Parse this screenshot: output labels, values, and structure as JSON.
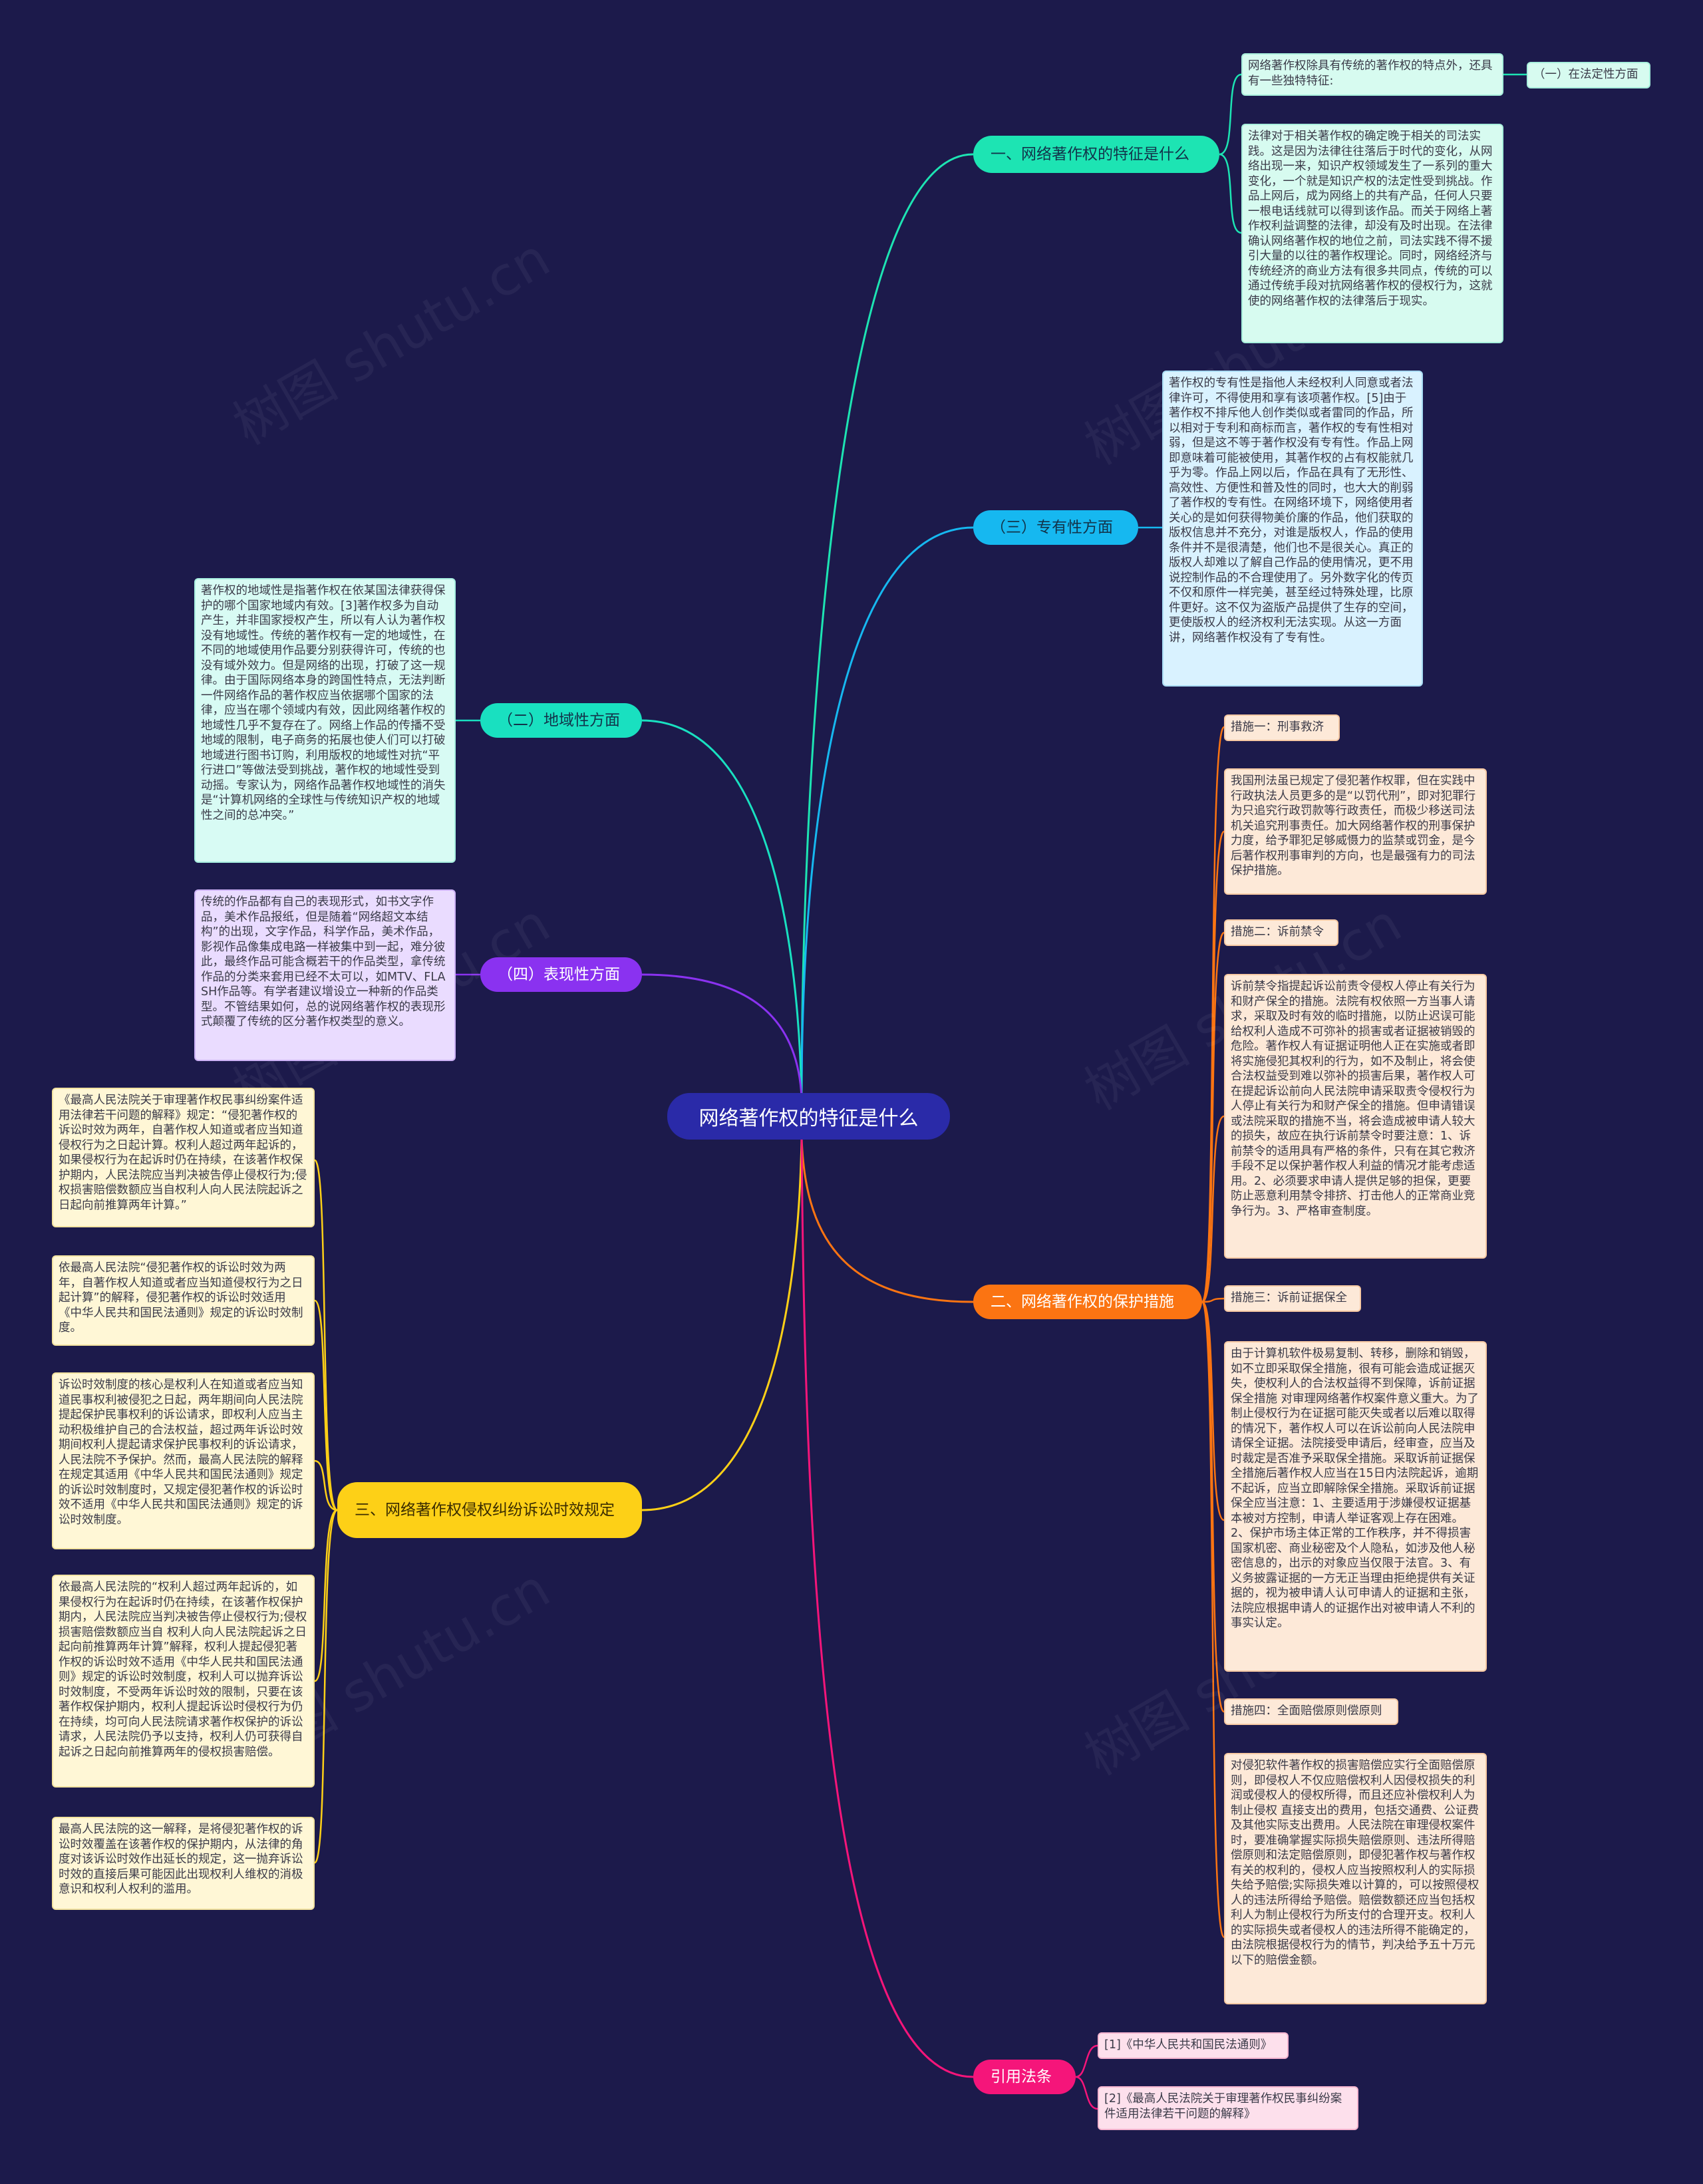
{
  "root": "网络著作权的特征是什么",
  "branches": {
    "b1": "一、网络著作权的特征是什么",
    "b2": "（三）专有性方面",
    "b3": "（二）地域性方面",
    "b4": "（四）表现性方面",
    "b5": "二、网络著作权的保护措施",
    "b6": "三、网络著作权侵权纠纷诉讼时效规定",
    "b7": "引用法条"
  },
  "leaves": {
    "b1_1": "网络著作权除具有传统的著作权的特点外，还具有一些独特特征:",
    "b1_1a": "（一）在法定性方面",
    "b1_2": "法律对于相关著作权的确定晚于相关的司法实践。这是因为法律往往落后于时代的变化，从网络出现一来，知识产权领域发生了一系列的重大变化，一个就是知识产权的法定性受到挑战。作品上网后，成为网络上的共有产品，任何人只要一根电话线就可以得到该作品。而关于网络上著作权利益调整的法律，却没有及时出现。在法律确认网络著作权的地位之前，司法实践不得不援引大量的以往的著作权理论。同时，网络经济与传统经济的商业方法有很多共同点，传统的可以通过传统手段对抗网络著作权的侵权行为，这就使的网络著作权的法律落后于现实。",
    "b2_1": "著作权的专有性是指他人未经权利人同意或者法律许可，不得使用和享有该项著作权。[5]由于著作权不排斥他人创作类似或者雷同的作品，所以相对于专利和商标而言，著作权的专有性相对弱，但是这不等于著作权没有专有性。作品上网即意味着可能被使用，其著作权的占有权能就几乎为零。作品上网以后，作品在具有了无形性、高效性、方便性和普及性的同时，也大大的削弱了著作权的专有性。在网络环境下，网络使用者关心的是如何获得物美价廉的作品，他们获取的版权信息并不充分，对谁是版权人，作品的使用条件并不是很清楚，他们也不是很关心。真正的版权人却难以了解自己作品的使用情况，更不用说控制作品的不合理使用了。另外数字化的传页不仅和原件一样完美，甚至经过特殊处理，比原件更好。这不仅为盗版产品提供了生存的空间，更使版权人的经济权利无法实现。从这一方面讲，网络著作权没有了专有性。",
    "b3_1": "著作权的地域性是指著作权在依某国法律获得保护的哪个国家地域内有效。[3]著作权多为自动产生，并非国家授权产生，所以有人认为著作权没有地域性。传统的著作权有一定的地域性，在不同的地域使用作品要分别获得许可，传统的也没有域外效力。但是网络的出现，打破了这一规律。由于国际网络本身的跨国性特点，无法判断一件网络作品的著作权应当依据哪个国家的法律，应当在哪个领域内有效，因此网络著作权的地域性几乎不复存在了。网络上作品的传播不受地域的限制，电子商务的拓展也使人们可以打破地域进行图书订购，利用版权的地域性对抗“平行进口”等做法受到挑战，著作权的地域性受到动摇。专家认为，网络作品著作权地域性的消失是“计算机网络的全球性与传统知识产权的地域性之间的总冲突。”",
    "b4_1": "传统的作品都有自己的表现形式，如书文字作品，美术作品报纸，但是随着“网络超文本结构”的出现，文字作品，科学作品，美术作品，影视作品像集成电路一样被集中到一起，难分彼此，最终作品可能含概若干的作品类型，拿传统作品的分类来套用已经不太可以，如MTV、FLASH作品等。有学者建议增设立一种新的作品类型。不管结果如何，总的说网络著作权的表现形式颠覆了传统的区分著作权类型的意义。",
    "b5_1": "措施一：刑事救济",
    "b5_1a": "我国刑法虽已规定了侵犯著作权罪，但在实践中行政执法人员更多的是“以罚代刑”，即对犯罪行为只追究行政罚款等行政责任，而极少移送司法机关追究刑事责任。加大网络著作权的刑事保护力度，给予罪犯足够威慑力的监禁或罚金，是今后著作权刑事审判的方向，也是最强有力的司法保护措施。",
    "b5_2": "措施二：诉前禁令",
    "b5_2a": "诉前禁令指提起诉讼前责令侵权人停止有关行为和财产保全的措施。法院有权依照一方当事人请求，采取及时有效的临时措施，以防止迟误可能给权利人造成不可弥补的损害或者证据被销毁的危险。著作权人有证据证明他人正在实施或者即将实施侵犯其权利的行为，如不及制止，将会使合法权益受到难以弥补的损害后果，著作权人可在提起诉讼前向人民法院申请采取责令侵权行为人停止有关行为和财产保全的措施。但申请错误或法院采取的措施不当，将会造成被申请人较大的损失，故应在执行诉前禁令时要注意：1、诉前禁令的适用具有严格的条件，只有在其它救济手段不足以保护著作权人利益的情况才能考虑适用。2、必须要求申请人提供足够的担保，更要防止恶意利用禁令排挤、打击他人的正常商业竞争行为。3、严格审查制度。",
    "b5_3": "措施三：诉前证据保全",
    "b5_3a": "由于计算机软件极易复制、转移，删除和销毁，如不立即采取保全措施，很有可能会造成证据灭失，使权利人的合法权益得不到保障，诉前证据保全措施 对审理网络著作权案件意义重大。为了制止侵权行为在证据可能灭失或者以后难以取得的情况下，著作权人可以在诉讼前向人民法院申请保全证据。法院接受申请后，经审查，应当及时裁定是否准予采取保全措施。采取诉前证据保全措施后著作权人应当在15日内法院起诉，逾期不起诉，应当立即解除保全措施。采取诉前证据保全应当注意：1、主要适用于涉嫌侵权证据基本被对方控制，申请人举证客观上存在困难。2、保护市场主体正常的工作秩序，并不得损害国家机密、商业秘密及个人隐私，如涉及他人秘密信息的，出示的对象应当仅限于法官。3、有义务披露证据的一方无正当理由拒绝提供有关证据的，视为被申请人认可申请人的证据和主张，法院应根据申请人的证据作出对被申请人不利的事实认定。",
    "b5_4": "措施四：全面赔偿原则偿原则",
    "b5_4a": "对侵犯软件著作权的损害赔偿应实行全面赔偿原则，即侵权人不仅应赔偿权利人因侵权损失的利润或侵权人的侵权所得，而且还应补偿权利人为制止侵权 直接支出的费用，包括交通费、公证费及其他实际支出费用。人民法院在审理侵权案件时，要准确掌握实际损失赔偿原则、违法所得赔偿原则和法定赔偿原则，即侵犯著作权与著作权有关的权利的，侵权人应当按照权利人的实际损失给予赔偿;实际损失难以计算的，可以按照侵权人的违法所得给予赔偿。赔偿数额还应当包括权利人为制止侵权行为所支付的合理开支。权利人的实际损失或者侵权人的违法所得不能确定的，由法院根据侵权行为的情节，判决给予五十万元以下的赔偿金额。",
    "b6_1": "《最高人民法院关于审理著作权民事纠纷案件适用法律若干问题的解释》规定：“侵犯著作权的诉讼时效为两年，自著作权人知道或者应当知道侵权行为之日起计算。权利人超过两年起诉的，如果侵权行为在起诉时仍在持续，在该著作权保护期内，人民法院应当判决被告停止侵权行为;侵权损害赔偿数额应当自权利人向人民法院起诉之日起向前推算两年计算。”",
    "b6_2": "依最高人民法院“侵犯著作权的诉讼时效为两年，自著作权人知道或者应当知道侵权行为之日起计算”的解释，侵犯著作权的诉讼时效适用《中华人民共和国民法通则》规定的诉讼时效制度。",
    "b6_3": "诉讼时效制度的核心是权利人在知道或者应当知道民事权利被侵犯之日起，两年期间向人民法院提起保护民事权利的诉讼请求，即权利人应当主动积极维护自己的合法权益，超过两年诉讼时效期间权利人提起请求保护民事权利的诉讼请求，人民法院不予保护。然而，最高人民法院的解释在规定其适用《中华人民共和国民法通则》规定的诉讼时效制度时，又规定侵犯著作权的诉讼时效不适用《中华人民共和国民法通则》规定的诉讼时效制度。",
    "b6_4": "依最高人民法院的“权利人超过两年起诉的，如果侵权行为在起诉时仍在持续，在该著作权保护期内，人民法院应当判决被告停止侵权行为;侵权损害赔偿数额应当自 权利人向人民法院起诉之日起向前推算两年计算”解释，权利人提起侵犯著作权的诉讼时效不适用《中华人民共和国民法通则》规定的诉讼时效制度，权利人可以抛弃诉讼时效制度，不受两年诉讼时效的限制，只要在该著作权保护期内，权利人提起诉讼时侵权行为仍在持续，均可向人民法院请求著作权保护的诉讼请求，人民法院仍予以支持，权利人仍可获得自起诉之日起向前推算两年的侵权损害赔偿。",
    "b6_5": "最高人民法院的这一解释，是将侵犯著作权的诉讼时效覆盖在该著作权的保护期内，从法律的角度对该诉讼时效作出延长的规定，这一抛弃诉讼时效的直接后果可能因此出现权利人维权的消极意识和权利人权利的滥用。",
    "b7_1": "[1]《中华人民共和国民法通则》",
    "b7_2": "[2]《最高人民法院关于审理著作权民事纠纷案件适用法律若干问题的解释》"
  },
  "colors": {
    "background": "#1c1a4b",
    "root": "#2a2aa8",
    "cyan": "#1de4b3",
    "blue": "#16b8f0",
    "teal": "#19e0c0",
    "purple": "#8a32f0",
    "orange": "#fb7412",
    "yellow": "#fdd017",
    "pink": "#f5157a"
  }
}
